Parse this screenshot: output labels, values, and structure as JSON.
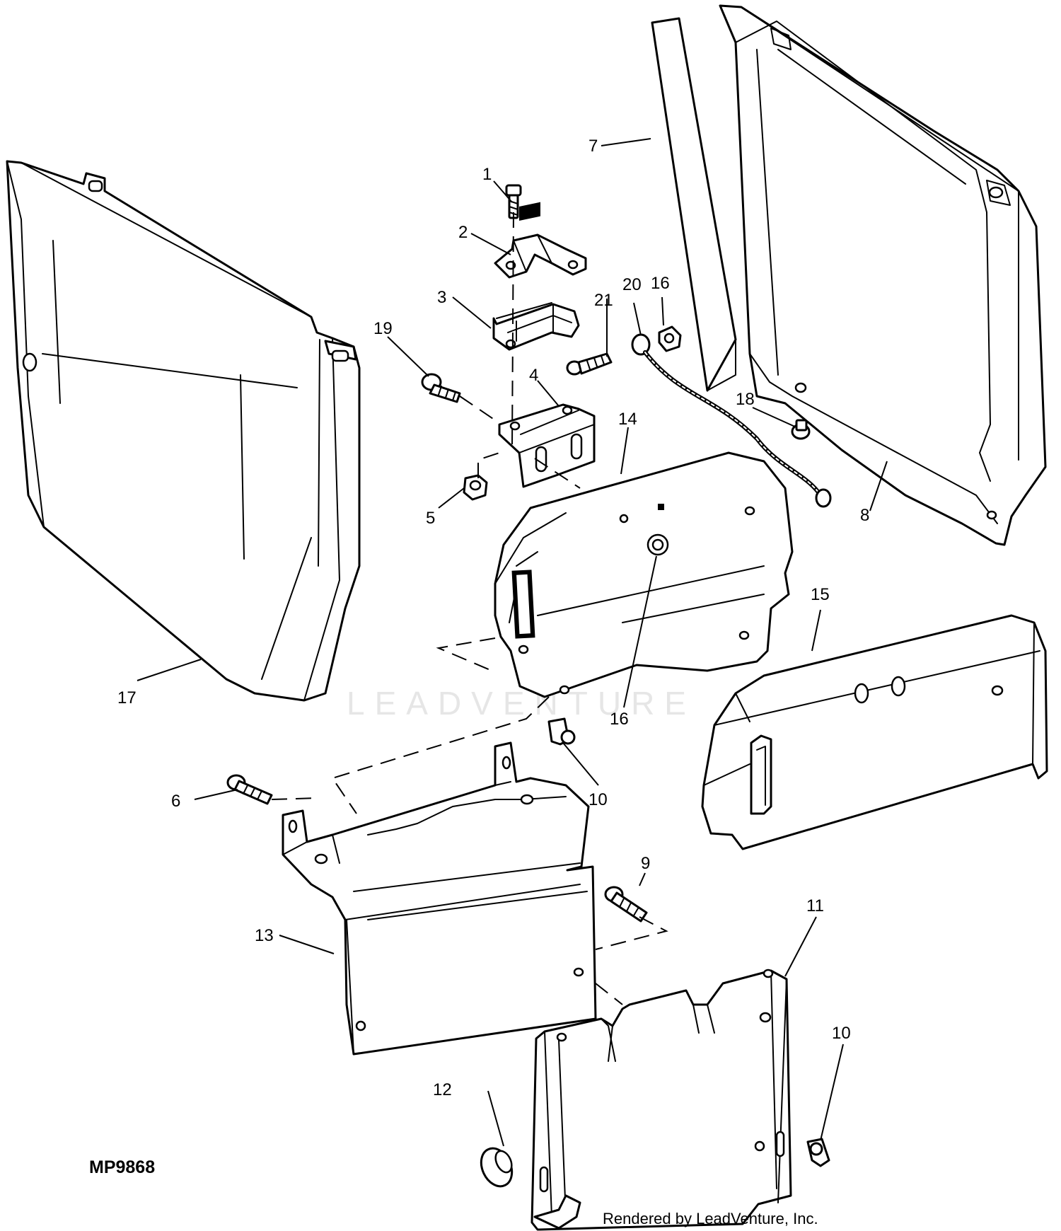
{
  "drawing_code": "MP9868",
  "credit_line": "Rendered by LeadVenture, Inc.",
  "watermark": "LEADVENTURE",
  "callouts": {
    "c1": "1",
    "c2": "2",
    "c3": "3",
    "c4": "4",
    "c5": "5",
    "c6": "6",
    "c7": "7",
    "c8": "8",
    "c9": "9",
    "c10a": "10",
    "c10b": "10",
    "c11": "11",
    "c12": "12",
    "c13": "13",
    "c14": "14",
    "c15": "15",
    "c16a": "16",
    "c16b": "16",
    "c17": "17",
    "c18": "18",
    "c19": "19",
    "c20": "20",
    "c21": "21"
  }
}
